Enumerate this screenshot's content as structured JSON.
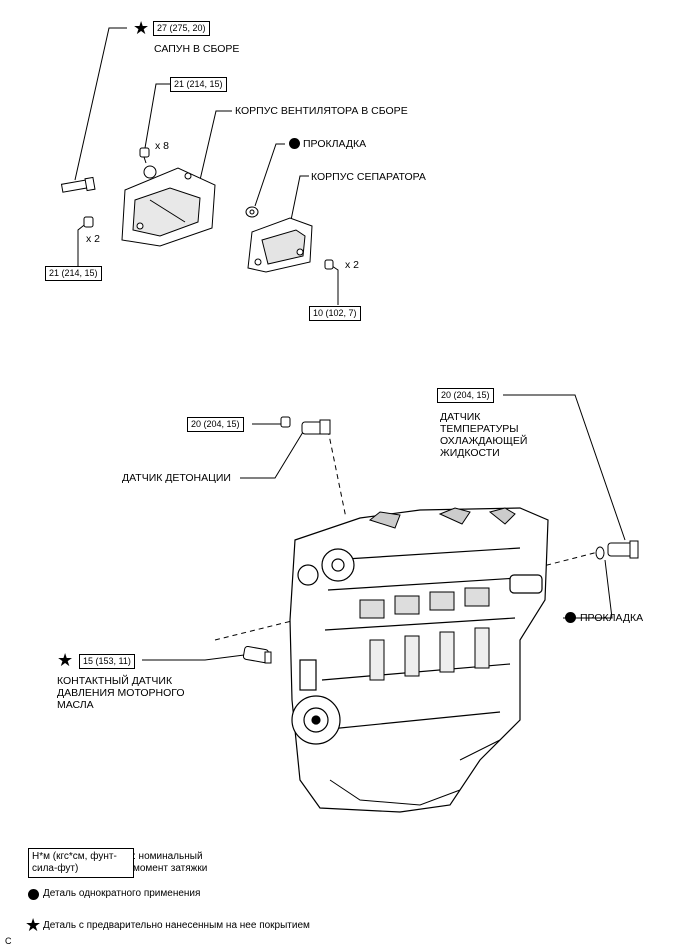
{
  "torques": {
    "breather": "27 (275, 20)",
    "vent_top": "21 (214, 15)",
    "vent_bottom": "21 (214, 15)",
    "separator": "10 (102, 7)",
    "knock": "20 (204, 15)",
    "coolant": "20 (204, 15)",
    "oil": "15 (153, 11)"
  },
  "labels": {
    "breather": "САПУН В СБОРЕ",
    "vent_case": "КОРПУС ВЕНТИЛЯТОРА В СБОРЕ",
    "gasket_top": "ПРОКЛАДКА",
    "separator_case": "КОРПУС СЕПАРАТОРА",
    "knock_sensor": "ДАТЧИК ДЕТОНАЦИИ",
    "coolant_sensor": "ДАТЧИК\nТЕМПЕРАТУРЫ\nОХЛАЖДАЮЩЕЙ\nЖИДКОСТИ",
    "gasket_bottom": "ПРОКЛАДКА",
    "oil_switch": "КОНТАКТНЫЙ ДАТЧИК\nДАВЛЕНИЯ МОТОРНОГО\nМАСЛА"
  },
  "counts": {
    "vent_top": "x 8",
    "vent_bottom": "x 2",
    "separator": "x 2"
  },
  "legend": {
    "unit_box": "Н*м (кгс*см, фунт-сила-фут)",
    "unit_desc": ": номинальный\nмомент затяжки",
    "single_use": "Деталь однократного применения",
    "precoated": "Деталь с предварительно нанесенным на нее покрытием"
  },
  "corner_code": "C",
  "symbols": {
    "star": "★",
    "dot": "●"
  }
}
